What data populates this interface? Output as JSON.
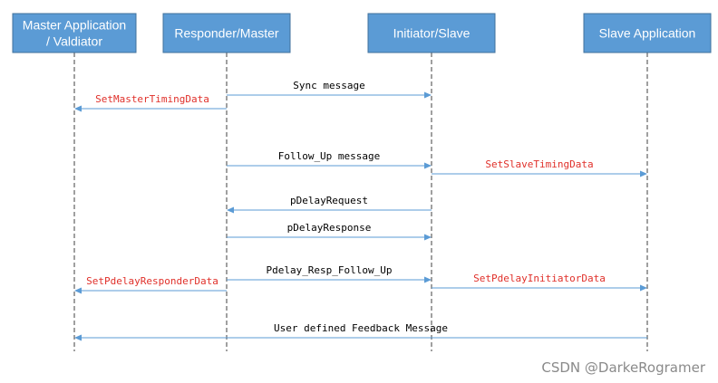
{
  "participants": [
    {
      "id": "master-app",
      "lines": [
        "Master Application",
        "/ Valdiator"
      ]
    },
    {
      "id": "responder-master",
      "lines": [
        "Responder/Master"
      ]
    },
    {
      "id": "initiator-slave",
      "lines": [
        "Initiator/Slave"
      ]
    },
    {
      "id": "slave-app",
      "lines": [
        "Slave Application"
      ]
    }
  ],
  "messages": [
    {
      "id": "sync-message",
      "label": "Sync message",
      "from": 1,
      "to": 2,
      "color": "#000000"
    },
    {
      "id": "set-master-timing-data",
      "label": "SetMasterTimingData",
      "from": 1,
      "to": 0,
      "color": "#e0302a"
    },
    {
      "id": "follow-up-message",
      "label": "Follow_Up message",
      "from": 1,
      "to": 2,
      "color": "#000000"
    },
    {
      "id": "set-slave-timing-data",
      "label": "SetSlaveTimingData",
      "from": 2,
      "to": 3,
      "color": "#e0302a"
    },
    {
      "id": "pdelay-request",
      "label": "pDelayRequest",
      "from": 2,
      "to": 1,
      "color": "#000000"
    },
    {
      "id": "pdelay-response",
      "label": "pDelayResponse",
      "from": 1,
      "to": 2,
      "color": "#000000"
    },
    {
      "id": "pdelay-resp-follow-up",
      "label": "Pdelay_Resp_Follow_Up",
      "from": 1,
      "to": 2,
      "color": "#000000"
    },
    {
      "id": "set-pdelay-initiator-data",
      "label": "SetPdelayInitiatorData",
      "from": 2,
      "to": 3,
      "color": "#e0302a"
    },
    {
      "id": "set-pdelay-responder-data",
      "label": "SetPdelayResponderData",
      "from": 1,
      "to": 0,
      "color": "#e0302a"
    },
    {
      "id": "user-defined-feedback",
      "label": "User defined Feedback Message",
      "from": 3,
      "to": 0,
      "color": "#000000"
    }
  ],
  "colors": {
    "box_fill": "#5b9bd5",
    "box_border": "#41719c",
    "arrow": "#5b9bd5",
    "lifeline": "#404040"
  },
  "watermark": "CSDN @DarkeRogramer"
}
